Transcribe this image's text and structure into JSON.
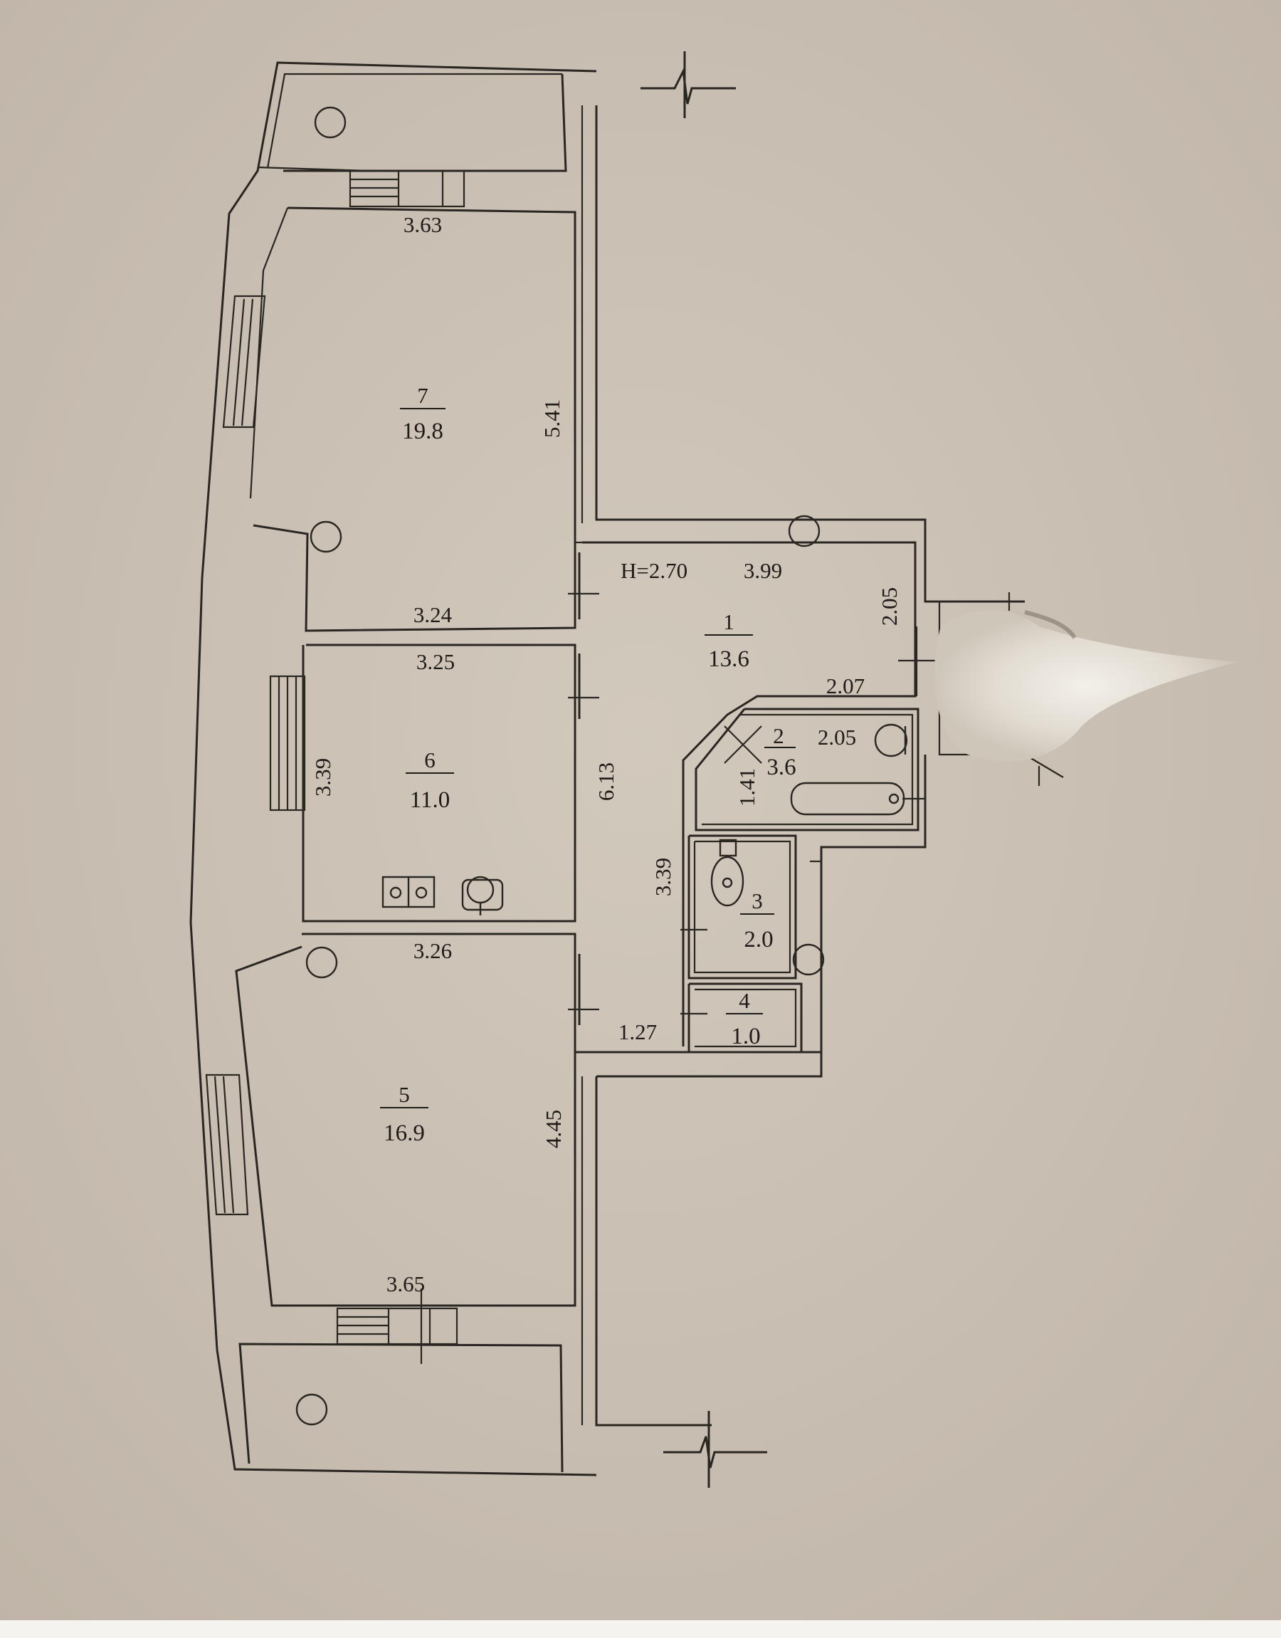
{
  "plan": {
    "ceiling_height": "H=2.70",
    "rooms": [
      {
        "number": "1",
        "area": "13.6"
      },
      {
        "number": "2",
        "area": "3.6"
      },
      {
        "number": "3",
        "area": "2.0"
      },
      {
        "number": "4",
        "area": "1.0"
      },
      {
        "number": "5",
        "area": "16.9"
      },
      {
        "number": "6",
        "area": "11.0"
      },
      {
        "number": "7",
        "area": "19.8"
      }
    ],
    "dimensions": {
      "r7_top": "3.63",
      "r7_side": "5.41",
      "r7_bottom": "3.24",
      "r6_top": "3.25",
      "r6_side": "3.39",
      "r6_bottom": "3.26",
      "r5_side": "4.45",
      "r5_bottom": "3.65",
      "r1_top": "3.99",
      "r1_right": "2.05",
      "r1_inner": "2.07",
      "r1_side": "6.13",
      "r2_top": "2.05",
      "r2_side": "1.41",
      "r3_side": "3.39",
      "corridor": "1.27"
    }
  }
}
